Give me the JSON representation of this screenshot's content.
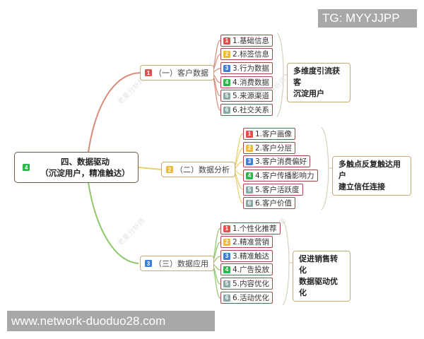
{
  "root": {
    "badge": "4",
    "badge_color": "#2db84d",
    "line1": "四、数据驱动",
    "line2": "（沉淀用户，精准触达）"
  },
  "branches": [
    {
      "badge": "1",
      "badge_color": "#d9534f",
      "label": "（一）客户数据",
      "link_color": "#d98b7a",
      "leaves": [
        {
          "badge": "1",
          "color": "#d9534f",
          "label": "1.基础信息"
        },
        {
          "badge": "2",
          "color": "#f0b93a",
          "label": "2.标签信息"
        },
        {
          "badge": "3",
          "color": "#3d7fd6",
          "label": "3.行为数据"
        },
        {
          "badge": "4",
          "color": "#2db84d",
          "label": "4.消费数据"
        },
        {
          "badge": "5",
          "color": "#8aa9a6",
          "label": "5.来源渠道"
        },
        {
          "badge": "6",
          "color": "#8aa9a6",
          "label": "6.社交关系"
        }
      ],
      "summary_line1": "多维度引流获客",
      "summary_line2": "沉淀用户"
    },
    {
      "badge": "2",
      "badge_color": "#f0b93a",
      "label": "（二）数据分析",
      "link_color": "#e8cf6a",
      "leaves": [
        {
          "badge": "1",
          "color": "#d9534f",
          "label": "1.客户画像"
        },
        {
          "badge": "2",
          "color": "#f0b93a",
          "label": "2.客户分层"
        },
        {
          "badge": "3",
          "color": "#3d7fd6",
          "label": "3.客户消费偏好"
        },
        {
          "badge": "4",
          "color": "#2db84d",
          "label": "4.客户传播影响力"
        },
        {
          "badge": "5",
          "color": "#8aa9a6",
          "label": "5.客户活跃度"
        },
        {
          "badge": "6",
          "color": "#8aa9a6",
          "label": "6.客户价值"
        }
      ],
      "summary_line1": "多触点反复触达用户",
      "summary_line2": "建立信任连接"
    },
    {
      "badge": "3",
      "badge_color": "#3d7fd6",
      "label": "（三）数据应用",
      "link_color": "#8fc86a",
      "leaves": [
        {
          "badge": "1",
          "color": "#d9534f",
          "label": "1.个性化推荐"
        },
        {
          "badge": "2",
          "color": "#f0b93a",
          "label": "2.精准营销"
        },
        {
          "badge": "3",
          "color": "#3d7fd6",
          "label": "3.精准触达"
        },
        {
          "badge": "4",
          "color": "#2db84d",
          "label": "4.广告投放"
        },
        {
          "badge": "5",
          "color": "#8aa9a6",
          "label": "5.内容优化"
        },
        {
          "badge": "6",
          "color": "#8aa9a6",
          "label": "6.活动优化"
        }
      ],
      "summary_line1": "促进销售转化",
      "summary_line2": "数据驱动优化"
    }
  ],
  "watermarks": {
    "top": "TG: MYYJJPP",
    "bottom": "www.network-duoduo28.com",
    "faint": "老夏分析师"
  }
}
